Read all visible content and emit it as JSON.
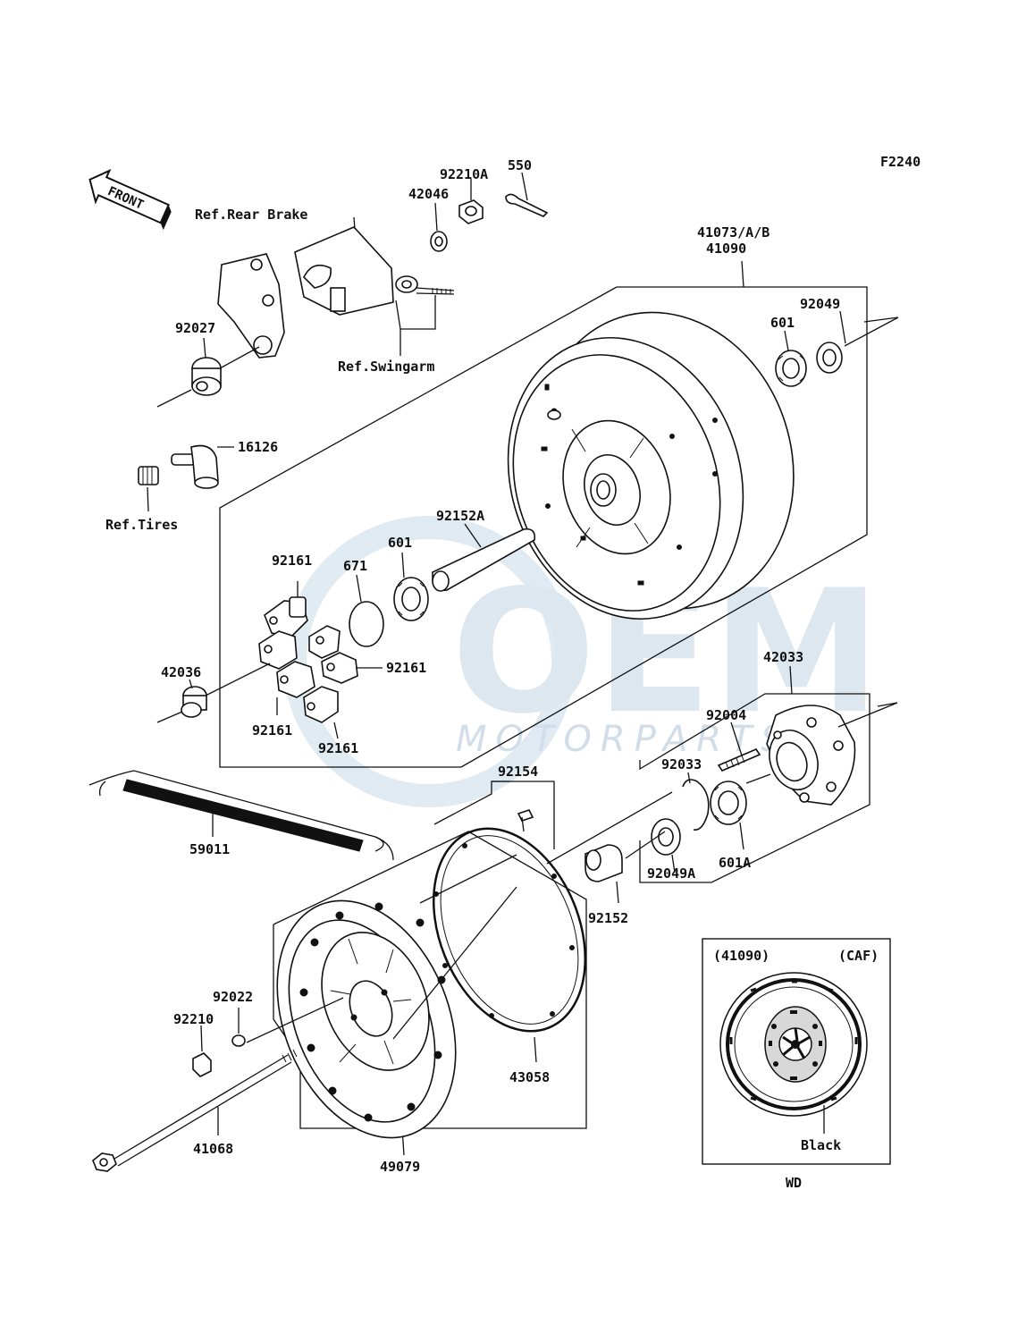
{
  "diagram": {
    "code": "F2240",
    "front_label": "FRONT",
    "refs": {
      "rear_brake": "Ref.Rear Brake",
      "swingarm": "Ref.Swingarm",
      "tires": "Ref.Tires"
    },
    "parts": {
      "p550": "550",
      "p92210A": "92210A",
      "p42046": "42046",
      "p41073": "41073/A/B",
      "p41090": "41090",
      "p92049": "92049",
      "p601_top": "601",
      "p92027": "92027",
      "p16126": "16126",
      "p92152A": "92152A",
      "p601_mid": "601",
      "p92161_a": "92161",
      "p671": "671",
      "p92161_b": "92161",
      "p42036": "42036",
      "p92161_c": "92161",
      "p92161_d": "92161",
      "p42033": "42033",
      "p92004": "92004",
      "p92033": "92033",
      "p92154": "92154",
      "p59011": "59011",
      "p601A": "601A",
      "p92049A": "92049A",
      "p92152": "92152",
      "p92022": "92022",
      "p92210": "92210",
      "p43058": "43058",
      "p41068": "41068",
      "p49079": "49079"
    },
    "inset": {
      "part": "(41090)",
      "region": "(CAF)",
      "color": "Black",
      "caption": "WD"
    },
    "watermark": {
      "brand": "OEM",
      "sub": "MOTORPARTS"
    }
  }
}
